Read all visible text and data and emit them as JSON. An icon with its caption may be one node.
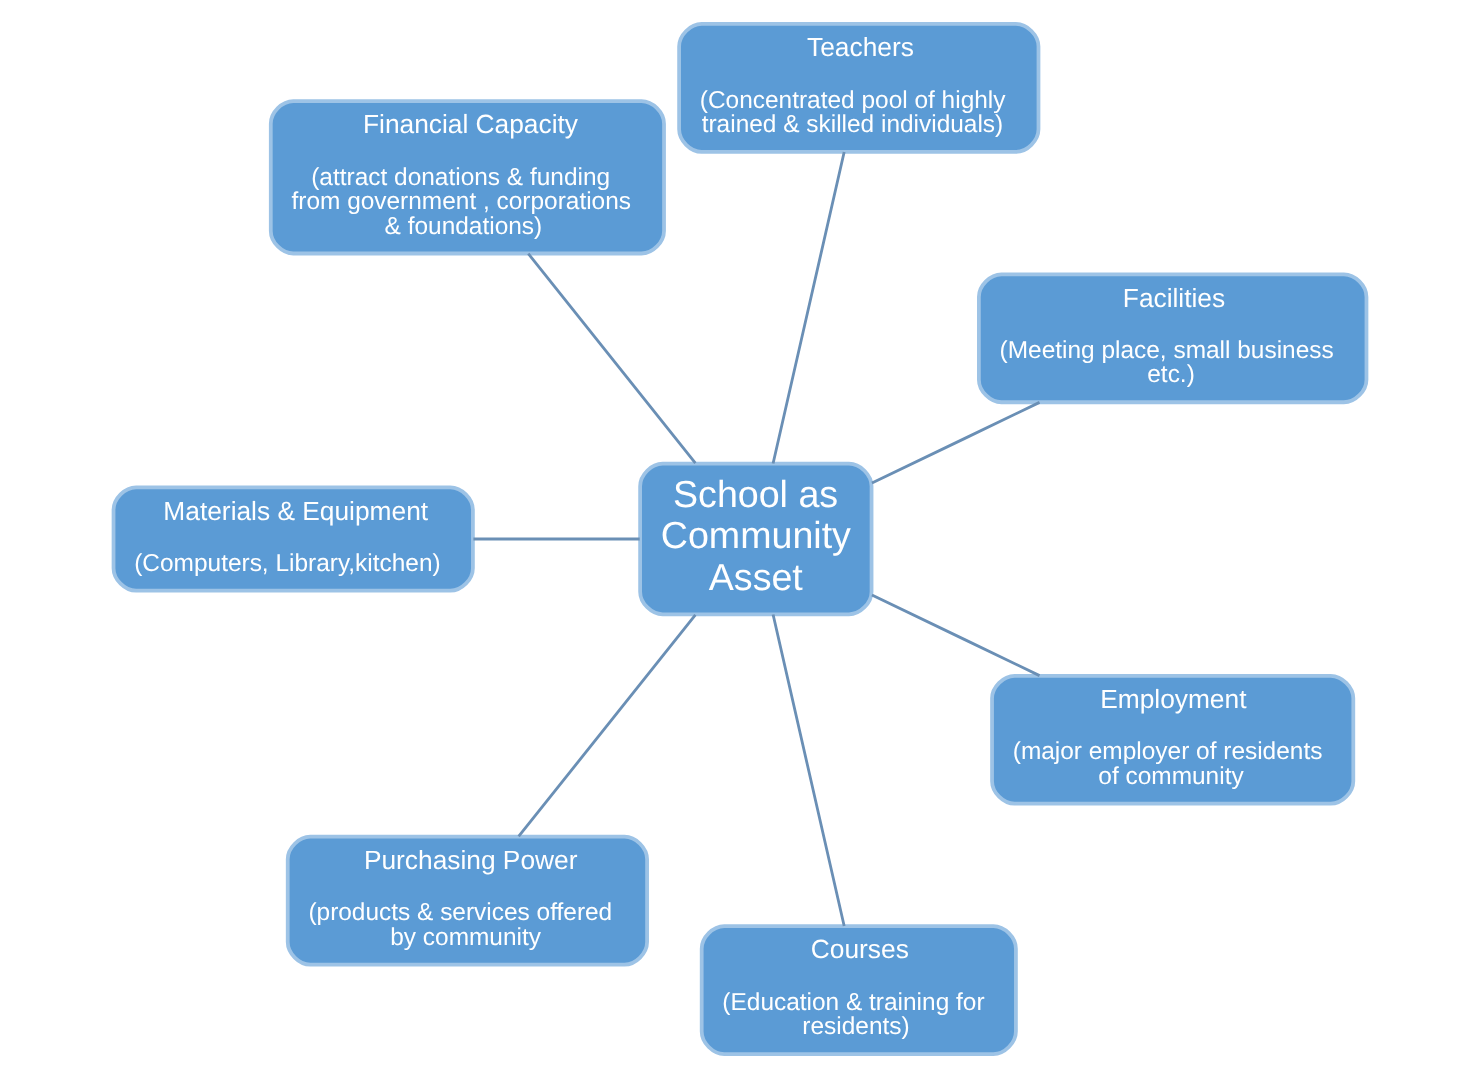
{
  "diagram": {
    "nodes": [
      {
        "text": [
          "Facilities",
          "(Meeting place, small business etc.)"
        ]
      },
      {
        "text": [
          "Teachers",
          "(Concentrated pool of highly trained & skilled individuals)"
        ]
      },
      {
        "text": [
          "Financial Capacity",
          "(attract donations & funding from government , corporations & foundations)"
        ]
      },
      {
        "text": [
          "School as Community Asset"
        ]
      },
      {
        "text": [
          "Materials & Equipment",
          "(Computers, Library,kitchen)"
        ]
      },
      {
        "text": [
          "Purchasing Power",
          "(products & services offered by community"
        ]
      },
      {
        "text": [
          "Courses",
          "(Education & training for residents)"
        ]
      },
      {
        "text": [
          "Employment",
          "(major employer of residents of community"
        ]
      }
    ],
    "edges": [
      {
        "from": 3,
        "to": 0,
        "arrow": "none"
      },
      {
        "from": 3,
        "to": 1,
        "arrow": "none"
      },
      {
        "from": 3,
        "to": 2,
        "arrow": "none"
      },
      {
        "from": 3,
        "to": 4,
        "arrow": "none"
      },
      {
        "from": 3,
        "to": 5,
        "arrow": "none"
      },
      {
        "from": 3,
        "to": 6,
        "arrow": "none"
      },
      {
        "from": 3,
        "to": 7,
        "arrow": "none"
      }
    ]
  }
}
